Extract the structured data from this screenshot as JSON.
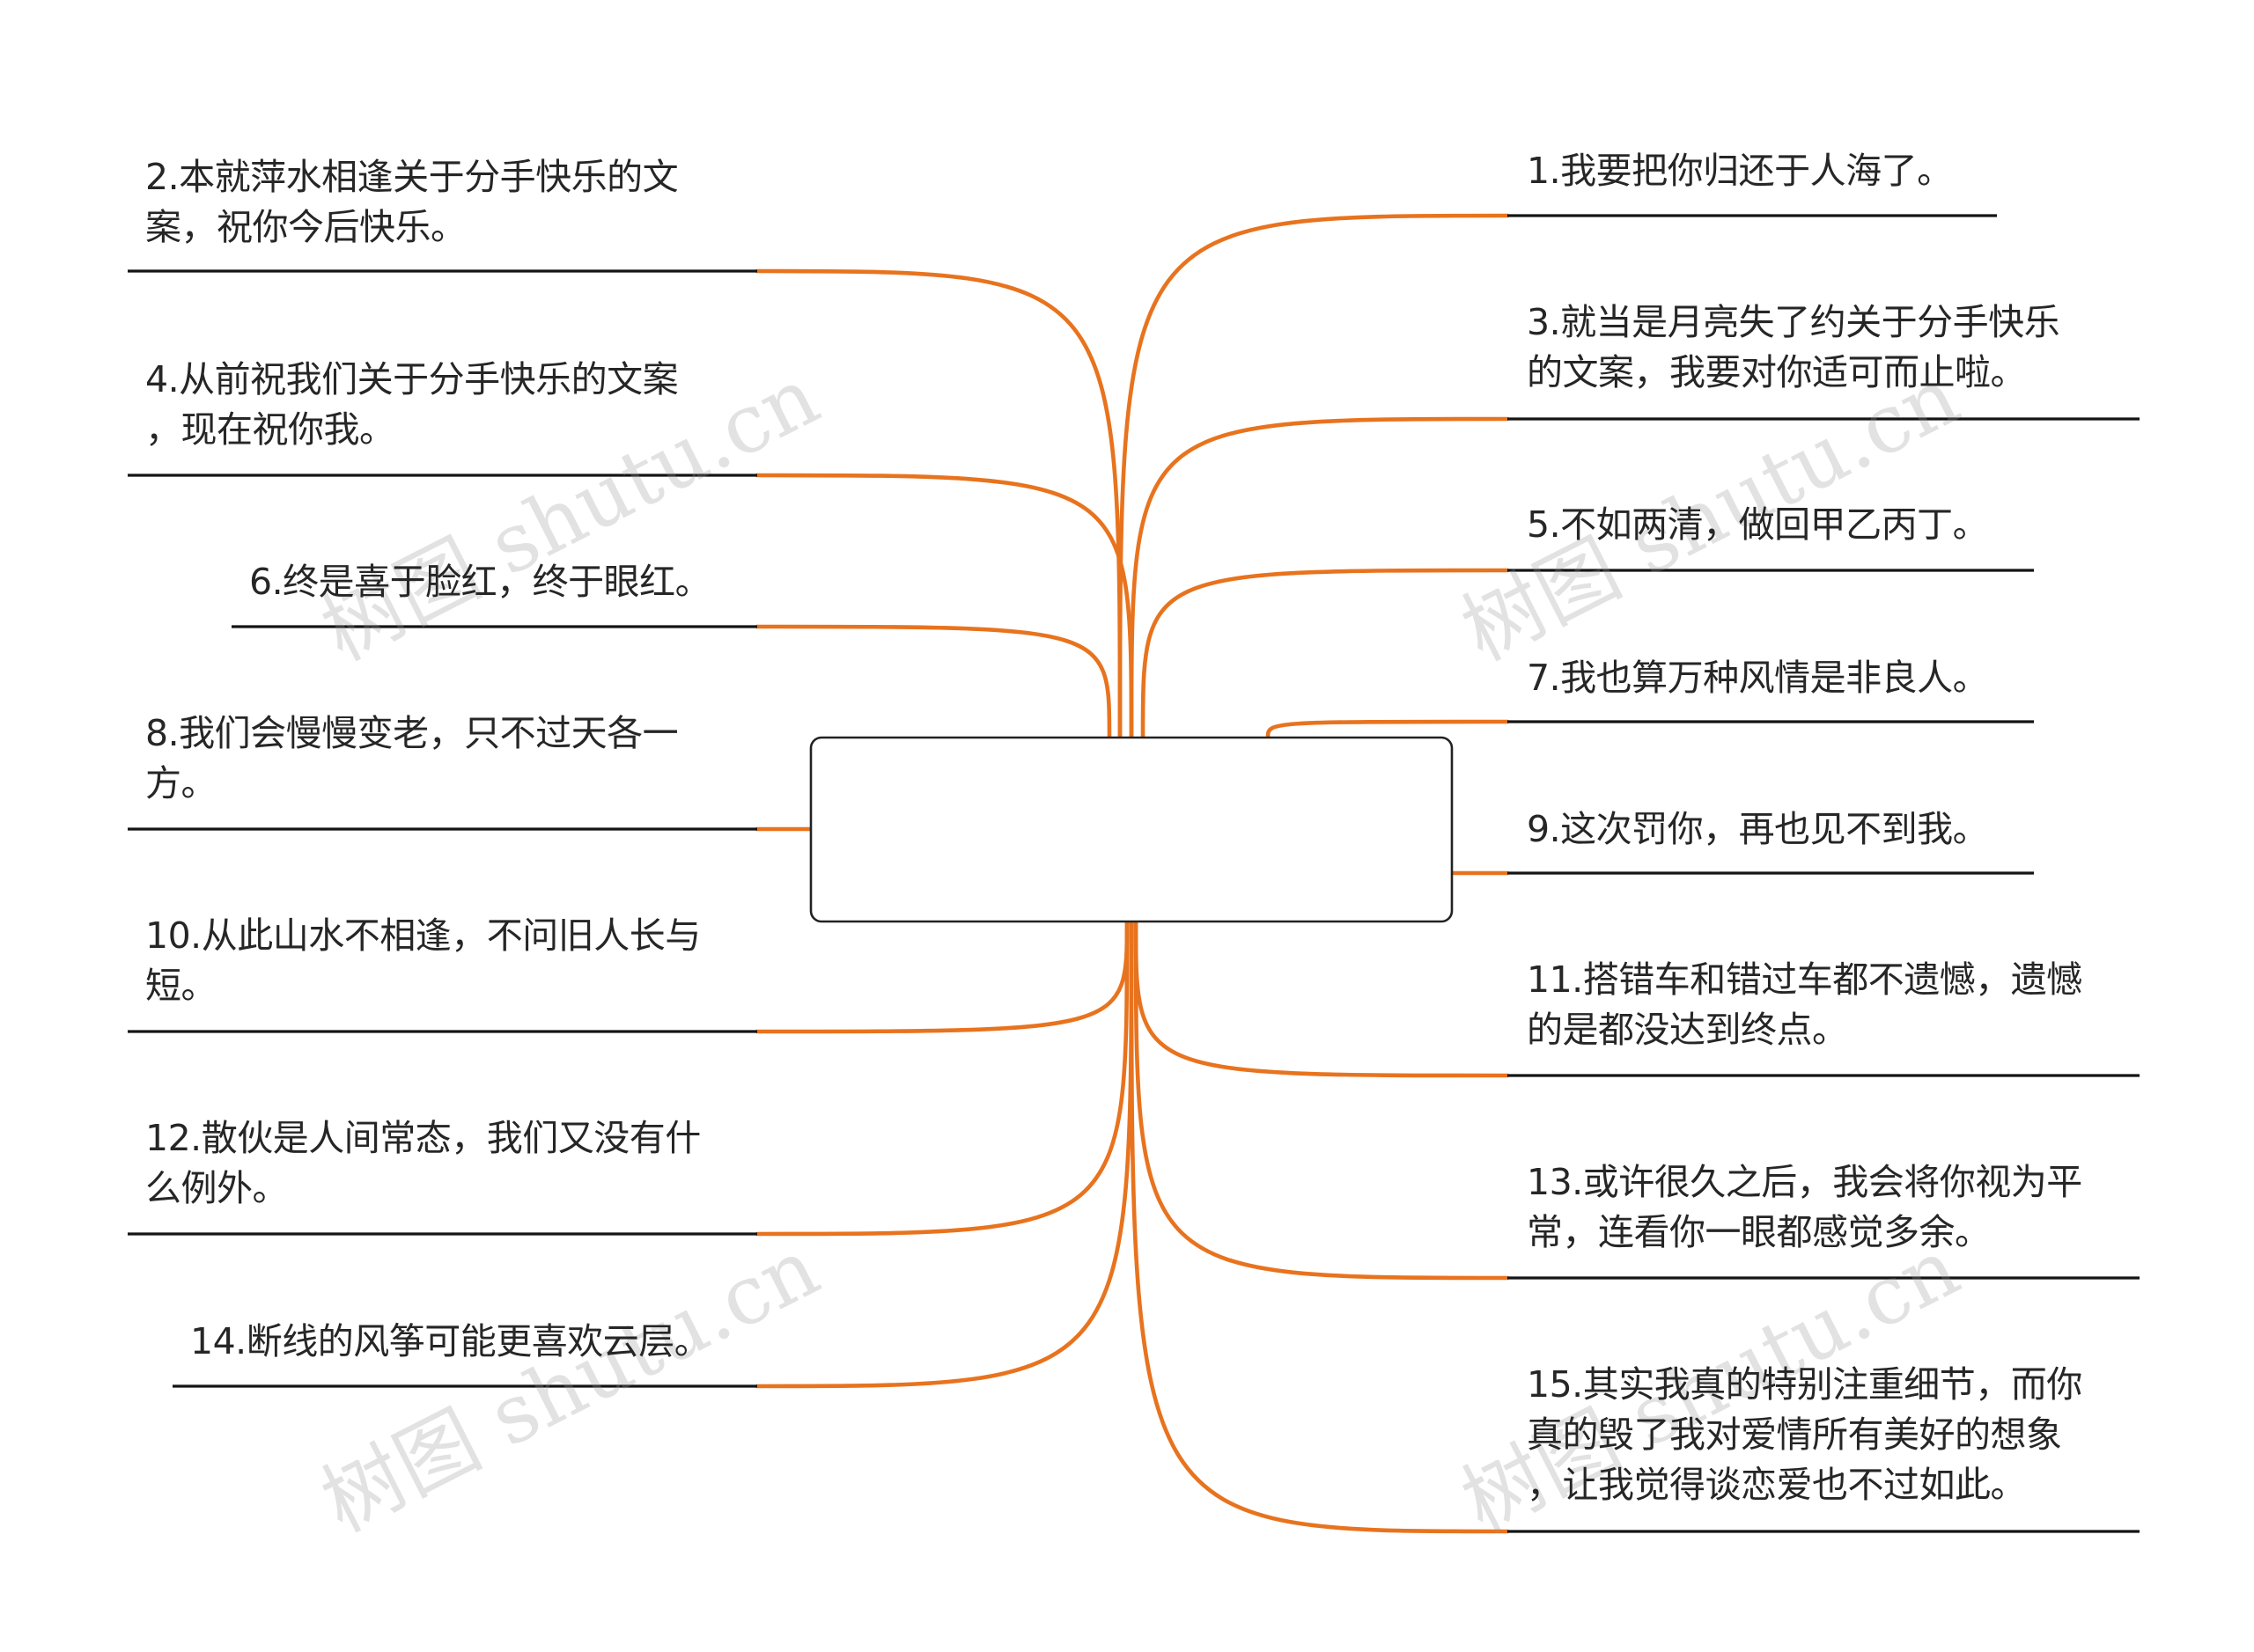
{
  "center": {
    "label": ""
  },
  "watermark": "树图 shutu.cn",
  "colors": {
    "connector": "#e8731e",
    "underline": "#141414",
    "text": "#262626"
  },
  "nodes": {
    "n1": "1.我要把你归还于人海了。",
    "n2": "2.本就萍水相逢关于分手快乐的文\n案，祝你今后快乐。",
    "n3": "3.就当是月亮失了约关于分手快乐\n的文案，我要对你适可而止啦。",
    "n4": "4.从前祝我们关于分手快乐的文案\n，现在祝你我。",
    "n5": "5.不如两清，做回甲乙丙丁。",
    "n6": "6.终是喜于脸红，终于眼红。",
    "n7": "7.我也算万种风情是非良人。",
    "n8": "8.我们会慢慢变老，只不过天各一\n方。",
    "n9": "9.这次罚你，再也见不到我。",
    "n10": "10.从此山水不相逢，不问旧人长与\n短。",
    "n11": "11.搭错车和错过车都不遗憾，遗憾\n的是都没达到终点。",
    "n12": "12.散伙是人间常态，我们又没有什\n么例外。",
    "n13": "13.或许很久之后，我会将你视为平\n常，连看你一眼都感觉多余。",
    "n14": "14.断线的风筝可能更喜欢云层。",
    "n15": "15.其实我真的特别注重细节，而你\n真的毁了我对爱情所有美好的想象\n，让我觉得谈恋爱也不过如此。"
  }
}
